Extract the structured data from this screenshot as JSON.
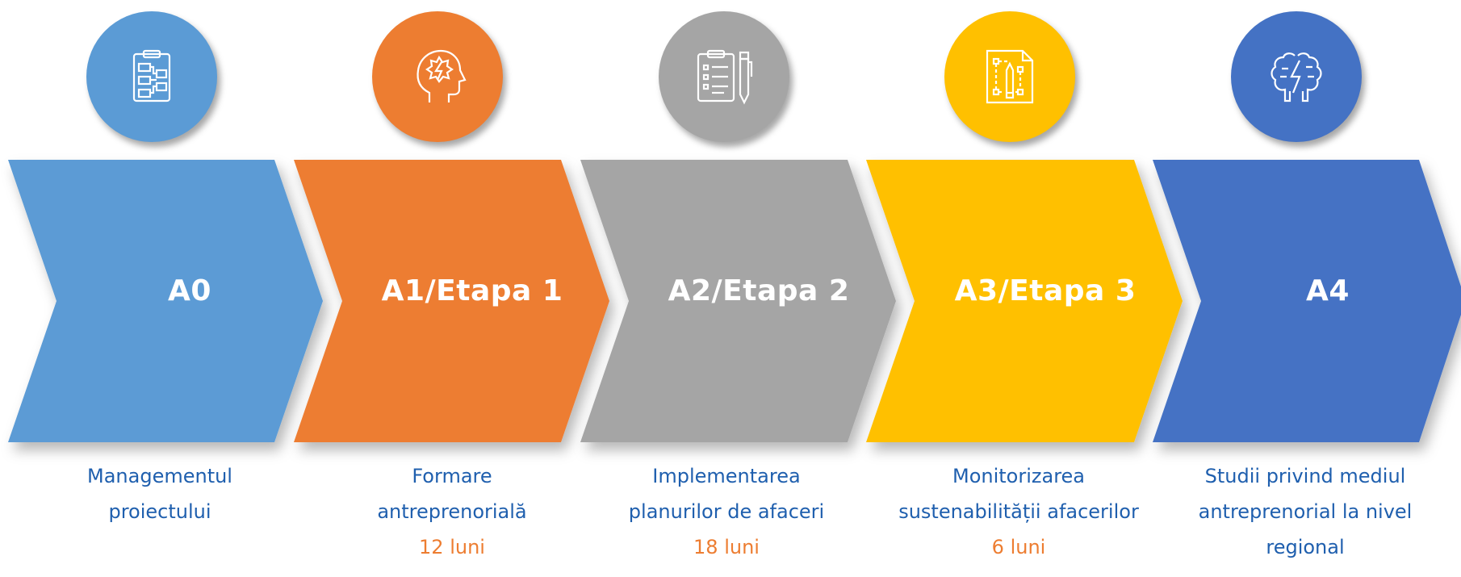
{
  "stages": [
    {
      "code": "A0",
      "color": "#5b9bd5",
      "icon": "flowchart-clipboard-icon",
      "description_lines": [
        "Managementul",
        "proiectului"
      ],
      "duration": ""
    },
    {
      "code": "A1/Etapa 1",
      "color": "#ed7d31",
      "icon": "head-lightning-icon",
      "description_lines": [
        "Formare",
        "antreprenorială"
      ],
      "duration": "12 luni"
    },
    {
      "code": "A2/Etapa 2",
      "color": "#a5a5a5",
      "icon": "clipboard-pen-icon",
      "description_lines": [
        "Implementarea",
        "planurilor de afaceri"
      ],
      "duration": "18 luni"
    },
    {
      "code": "A3/Etapa 3",
      "color": "#ffc000",
      "icon": "blueprint-pencil-icon",
      "description_lines": [
        "Monitorizarea",
        "sustenabilității afacerilor"
      ],
      "duration": "6 luni"
    },
    {
      "code": "A4",
      "color": "#4472c4",
      "icon": "brain-lightning-icon",
      "description_lines": [
        "Studii privind mediul",
        "antreprenorial la nivel",
        "regional"
      ],
      "duration": ""
    }
  ],
  "colors": {
    "description_text": "#1f5fae",
    "duration_text": "#ed7d31",
    "label_text": "#ffffff"
  }
}
